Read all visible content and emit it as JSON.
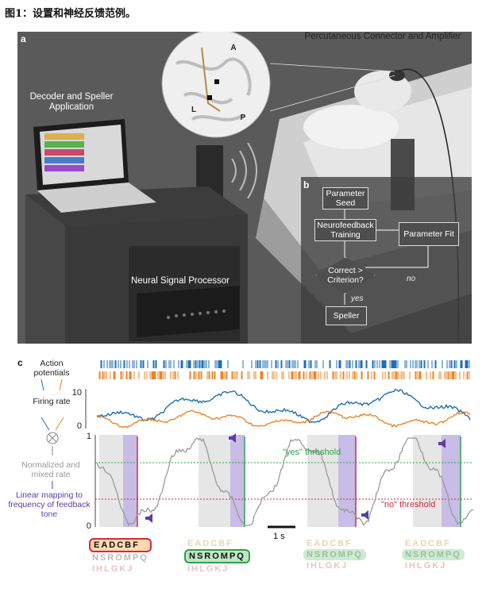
{
  "caption": "图1：设置和神经反馈范例。",
  "panel_a": {
    "letter": "a",
    "connector_label": "Percutaneous Connector and Amplifier",
    "decoder_label": "Decoder and Speller Application",
    "processor_label": "Neural Signal Processor",
    "brain_markers": [
      "A",
      "L",
      "P"
    ]
  },
  "panel_b": {
    "letter": "b",
    "parameter_seed": "Parameter Seed",
    "neurofeedback": "Neurofeedback Training",
    "parameter_fit": "Parameter Fit",
    "criterion": "Correct > Criterion?",
    "no": "no",
    "yes": "yes",
    "speller": "Speller"
  },
  "panel_c": {
    "letter": "c",
    "action_potentials": "Action potentials",
    "firing_rate": "Firing rate",
    "normalized": "Normalized and mixed rate",
    "linear_mapping": "Linear mapping to frequency of feedback tone",
    "yes_threshold": "\"yes\" threshold",
    "no_threshold": "\"no\" threshold",
    "scale_bar": "1 s",
    "fr_ticks": [
      "10",
      "0"
    ],
    "nm_ticks": [
      "1",
      "0"
    ],
    "colors": {
      "blue": "#1f6fb2",
      "orange": "#e8862a",
      "purple": "#5a3ea8",
      "green": "#2fa04a",
      "red": "#d8283c"
    }
  },
  "spellers": [
    {
      "rows": [
        "EADCBF",
        "NSROMPQ",
        "IHLGKJ"
      ],
      "selected_row": 0,
      "selected_letter": -1
    },
    {
      "rows": [
        "EADCBF",
        "NSROMPQ",
        "IHLGKJ"
      ],
      "selected_row": 1,
      "selected_letter": -1
    },
    {
      "rows": [
        "EADCBF",
        "NSROMPQ",
        "IHLGKJ"
      ],
      "selected_row": 1,
      "selected_letter": 0
    },
    {
      "rows": [
        "EADCBF",
        "NSROMPQ",
        "IHLGKJ"
      ],
      "selected_row": 1,
      "selected_letter": 1
    }
  ]
}
